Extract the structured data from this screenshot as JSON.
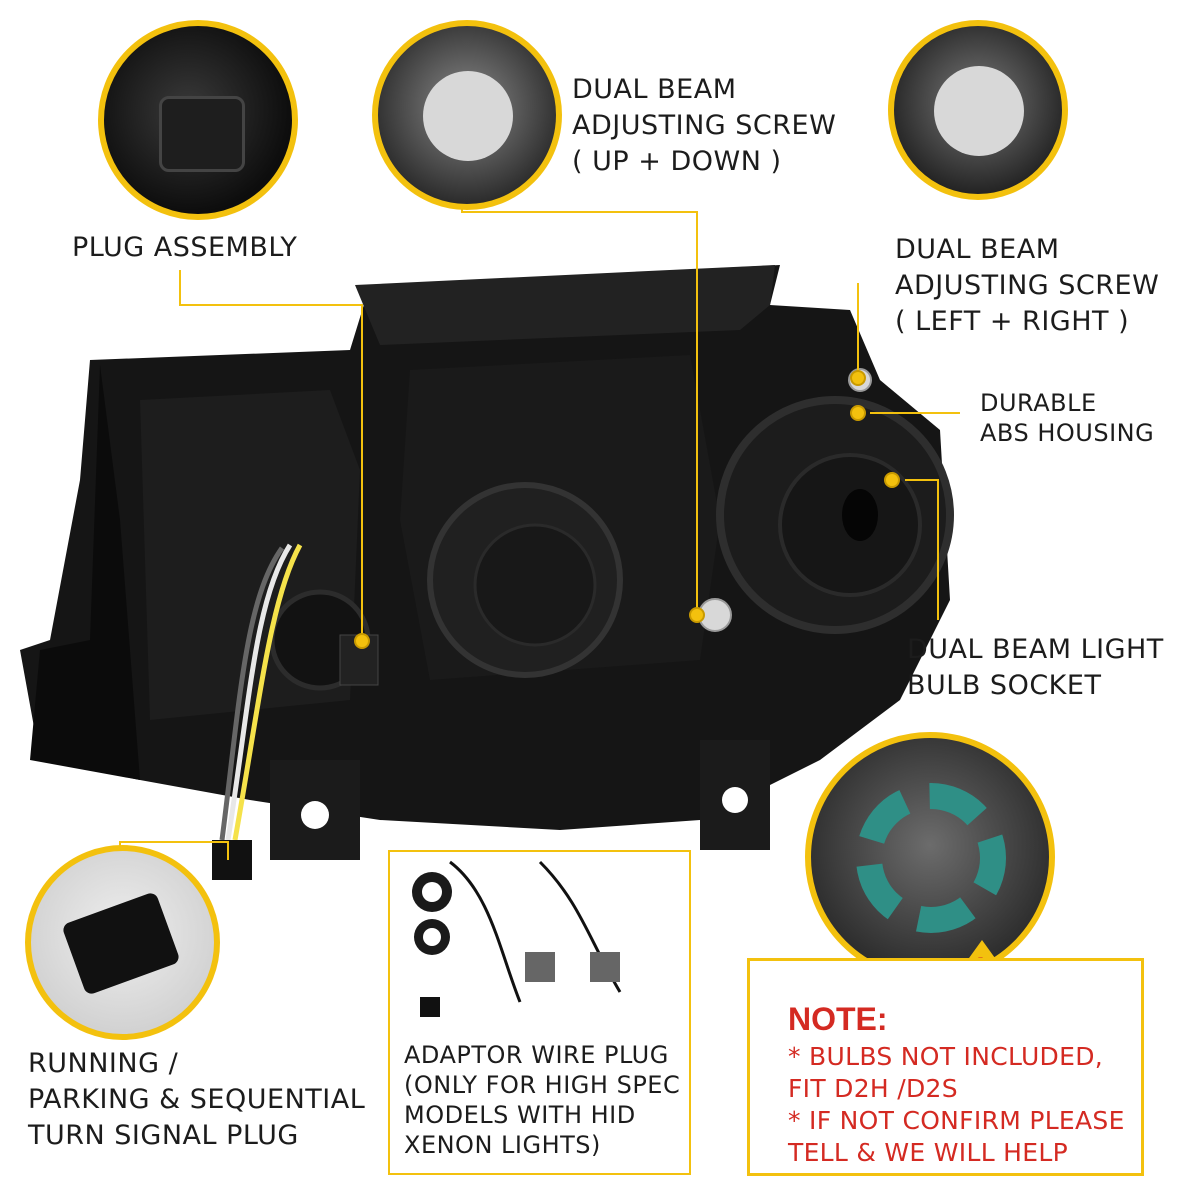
{
  "labels": {
    "plug_assembly": "PLUG ASSEMBLY",
    "dual_beam_up_down": [
      "DUAL BEAM",
      "ADJUSTING SCREW",
      "( UP + DOWN )"
    ],
    "dual_beam_left_right": [
      "DUAL BEAM",
      "ADJUSTING SCREW",
      "( LEFT + RIGHT )"
    ],
    "abs_housing": [
      "DURABLE",
      "ABS HOUSING"
    ],
    "bulb_socket": [
      "DUAL BEAM LIGHT",
      "BULB SOCKET"
    ],
    "turn_signal_plug": [
      "RUNNING /",
      "PARKING & SEQUENTIAL",
      "TURN SIGNAL PLUG"
    ],
    "adaptor_wire": [
      "ADAPTOR WIRE PLUG",
      "(ONLY FOR HIGH SPEC",
      "MODELS WITH HID",
      "XENON LIGHTS)"
    ]
  },
  "note": {
    "title": "NOTE:",
    "lines": [
      "* BULBS NOT INCLUDED,",
      "FIT D2H /D2S",
      "* IF NOT CONFIRM PLEASE",
      "TELL & WE WILL HELP"
    ],
    "warning_symbol": "!"
  },
  "colors": {
    "accent": "#f3c10e",
    "note_red": "#d42a22",
    "housing": "#161616"
  },
  "icons": [
    "plug-icon",
    "screw-icon",
    "warning-icon",
    "connector-icon",
    "socket-ring-icon"
  ]
}
